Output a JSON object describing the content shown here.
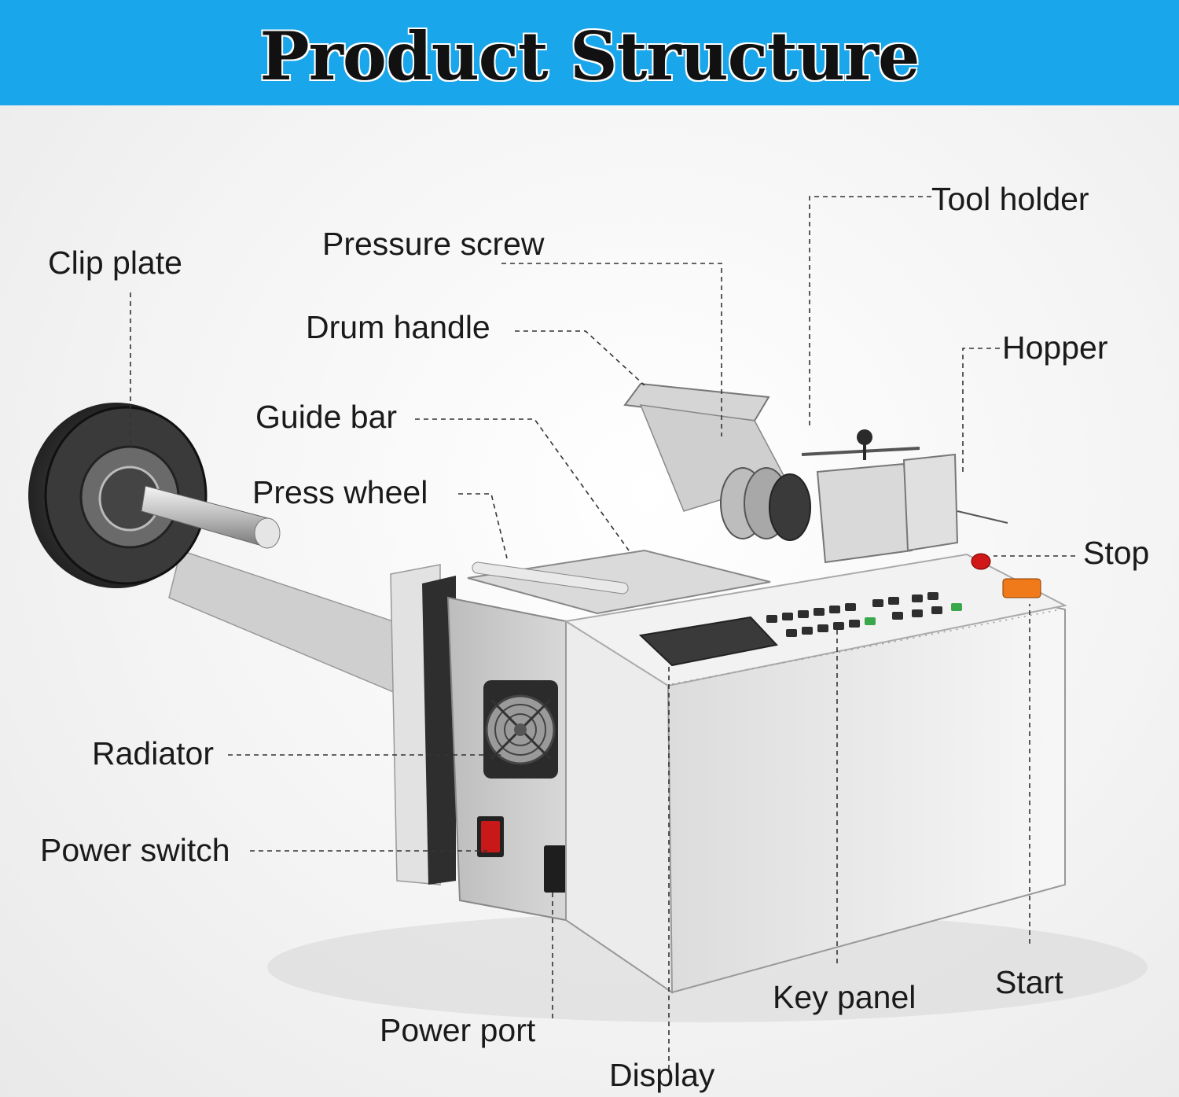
{
  "title": "Product Structure",
  "colors": {
    "banner": "#1aa6ea",
    "stop_button": "#d01818",
    "start_button": "#f07a1a",
    "power_switch": "#c81818"
  },
  "labels": {
    "clip_plate": "Clip plate",
    "pressure_screw": "Pressure screw",
    "tool_holder": "Tool holder",
    "drum_handle": "Drum handle",
    "hopper": "Hopper",
    "guide_bar": "Guide bar",
    "press_wheel": "Press wheel",
    "stop": "Stop",
    "radiator": "Radiator",
    "power_switch": "Power switch",
    "power_port": "Power port",
    "display": "Display",
    "key_panel": "Key panel",
    "start": "Start"
  }
}
